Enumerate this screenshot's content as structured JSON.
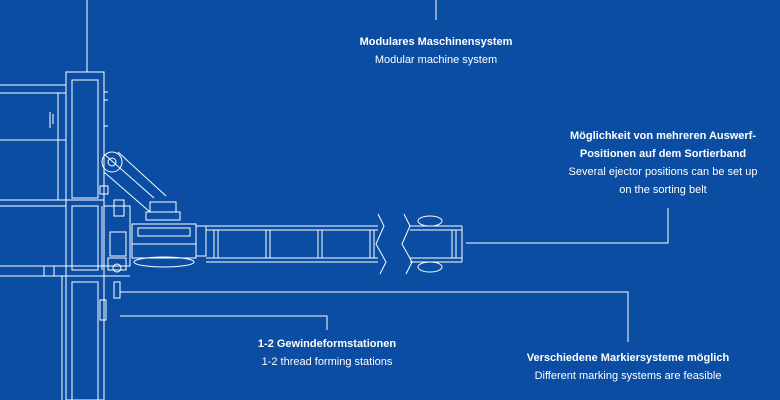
{
  "colors": {
    "background": "#0a4da3",
    "line": "#ffffff"
  },
  "callouts": {
    "modular": {
      "de": "Modulares Maschinensystem",
      "en": "Modular machine system"
    },
    "ejector": {
      "de_lines": [
        "Möglichkeit von mehreren Auswerf-",
        "Positionen auf dem Sortierband"
      ],
      "en_lines": [
        "Several ejector positions can be set up",
        "on the sorting belt"
      ]
    },
    "thread": {
      "de": "1-2 Gewindeformstationen",
      "en": "1-2 thread forming stations"
    },
    "marking": {
      "de": "Verschiedene Markiersysteme möglich",
      "en": "Different marking systems are feasible"
    }
  }
}
